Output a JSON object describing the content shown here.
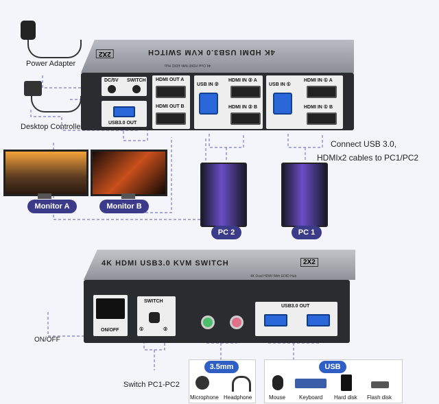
{
  "top_device": {
    "title": "4K HDMI USB3.0 KVM SWITCH",
    "model_badge": "2X2",
    "subtitle": "4K Dual HDMI With EDID Hub",
    "ports": {
      "dc": "DC/5V",
      "switch": "SWITCH",
      "hdmi_out_a": "HDMI OUT A",
      "hdmi_out_b": "HDMI OUT B",
      "usb30_out": "USB3.0 OUT",
      "usb_in_2": "USB IN ②",
      "hdmi_in_2a": "HDMI IN ② A",
      "hdmi_in_2b": "HDMI IN ② B",
      "usb_in_1": "USB IN ①",
      "hdmi_in_1a": "HDMI IN ① A",
      "hdmi_in_1b": "HDMI IN ① B"
    }
  },
  "labels": {
    "power_adapter": "Power Adapter",
    "desktop_controller": "Desktop Controller",
    "connect_line1": "Connect USB 3.0,",
    "connect_line2": "HDMIx2 cables to PC1/PC2",
    "monitor_a": "Monitor A",
    "monitor_b": "Monitor B",
    "pc2": "PC 2",
    "pc1": "PC 1",
    "on_off": "ON/OFF",
    "switch_pc": "Switch PC1-PC2"
  },
  "bottom_device": {
    "title": "4K HDMI USB3.0 KVM SWITCH",
    "model_badge": "2X2",
    "subtitle": "4K Dual HDMI With EDID Hub",
    "on_off": "ON/OFF",
    "switch": "SWITCH",
    "switch_1": "①",
    "switch_2": "②",
    "usb30_out": "USB3.0 OUT"
  },
  "audio_group": {
    "badge": "3.5mm",
    "items": [
      "Microphone",
      "Headphone"
    ]
  },
  "usb_group": {
    "badge": "USB",
    "items": [
      "Mouse",
      "Keyboard",
      "Hard disk",
      "Flash disk"
    ]
  },
  "colors": {
    "pill": "#3b3b8a",
    "accent_blue": "#2f5fc4",
    "usb_port": "#2a67d8",
    "dash": "#7a7ad0"
  }
}
